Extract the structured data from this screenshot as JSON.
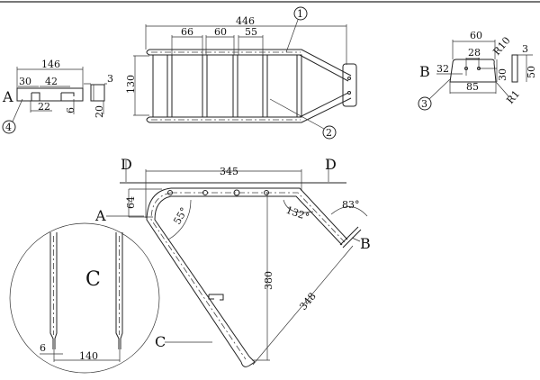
{
  "top_view": {
    "dim_overall": "446",
    "dim_a": "66",
    "dim_b": "60",
    "dim_c": "55",
    "dim_height": "130",
    "balloon_1": "1",
    "balloon_2": "2"
  },
  "part_a": {
    "label": "A",
    "dim_width": "146",
    "dim_30": "30",
    "dim_42": "42",
    "dim_22": "22",
    "dim_6": "6",
    "dim_3": "3",
    "dim_20": "20",
    "balloon": "4"
  },
  "part_b": {
    "label": "B",
    "dim_60": "60",
    "dim_28": "28",
    "dim_32": "32",
    "dim_30": "30",
    "dim_85": "85",
    "radius_10": "R10",
    "radius_1": "R1",
    "dim_3": "3",
    "dim_50": "50",
    "balloon": "3"
  },
  "side_view": {
    "section_d_left": "D",
    "section_d_right": "D",
    "dim_345": "345",
    "dim_64": "64",
    "label_a": "A",
    "angle_55": "55°",
    "angle_132": "132°",
    "angle_83": "83°",
    "label_b": "B",
    "dim_380": "380",
    "dim_348": "348",
    "label_c": "C"
  },
  "detail_c": {
    "title": "C",
    "dim_6": "6",
    "dim_140": "140"
  }
}
